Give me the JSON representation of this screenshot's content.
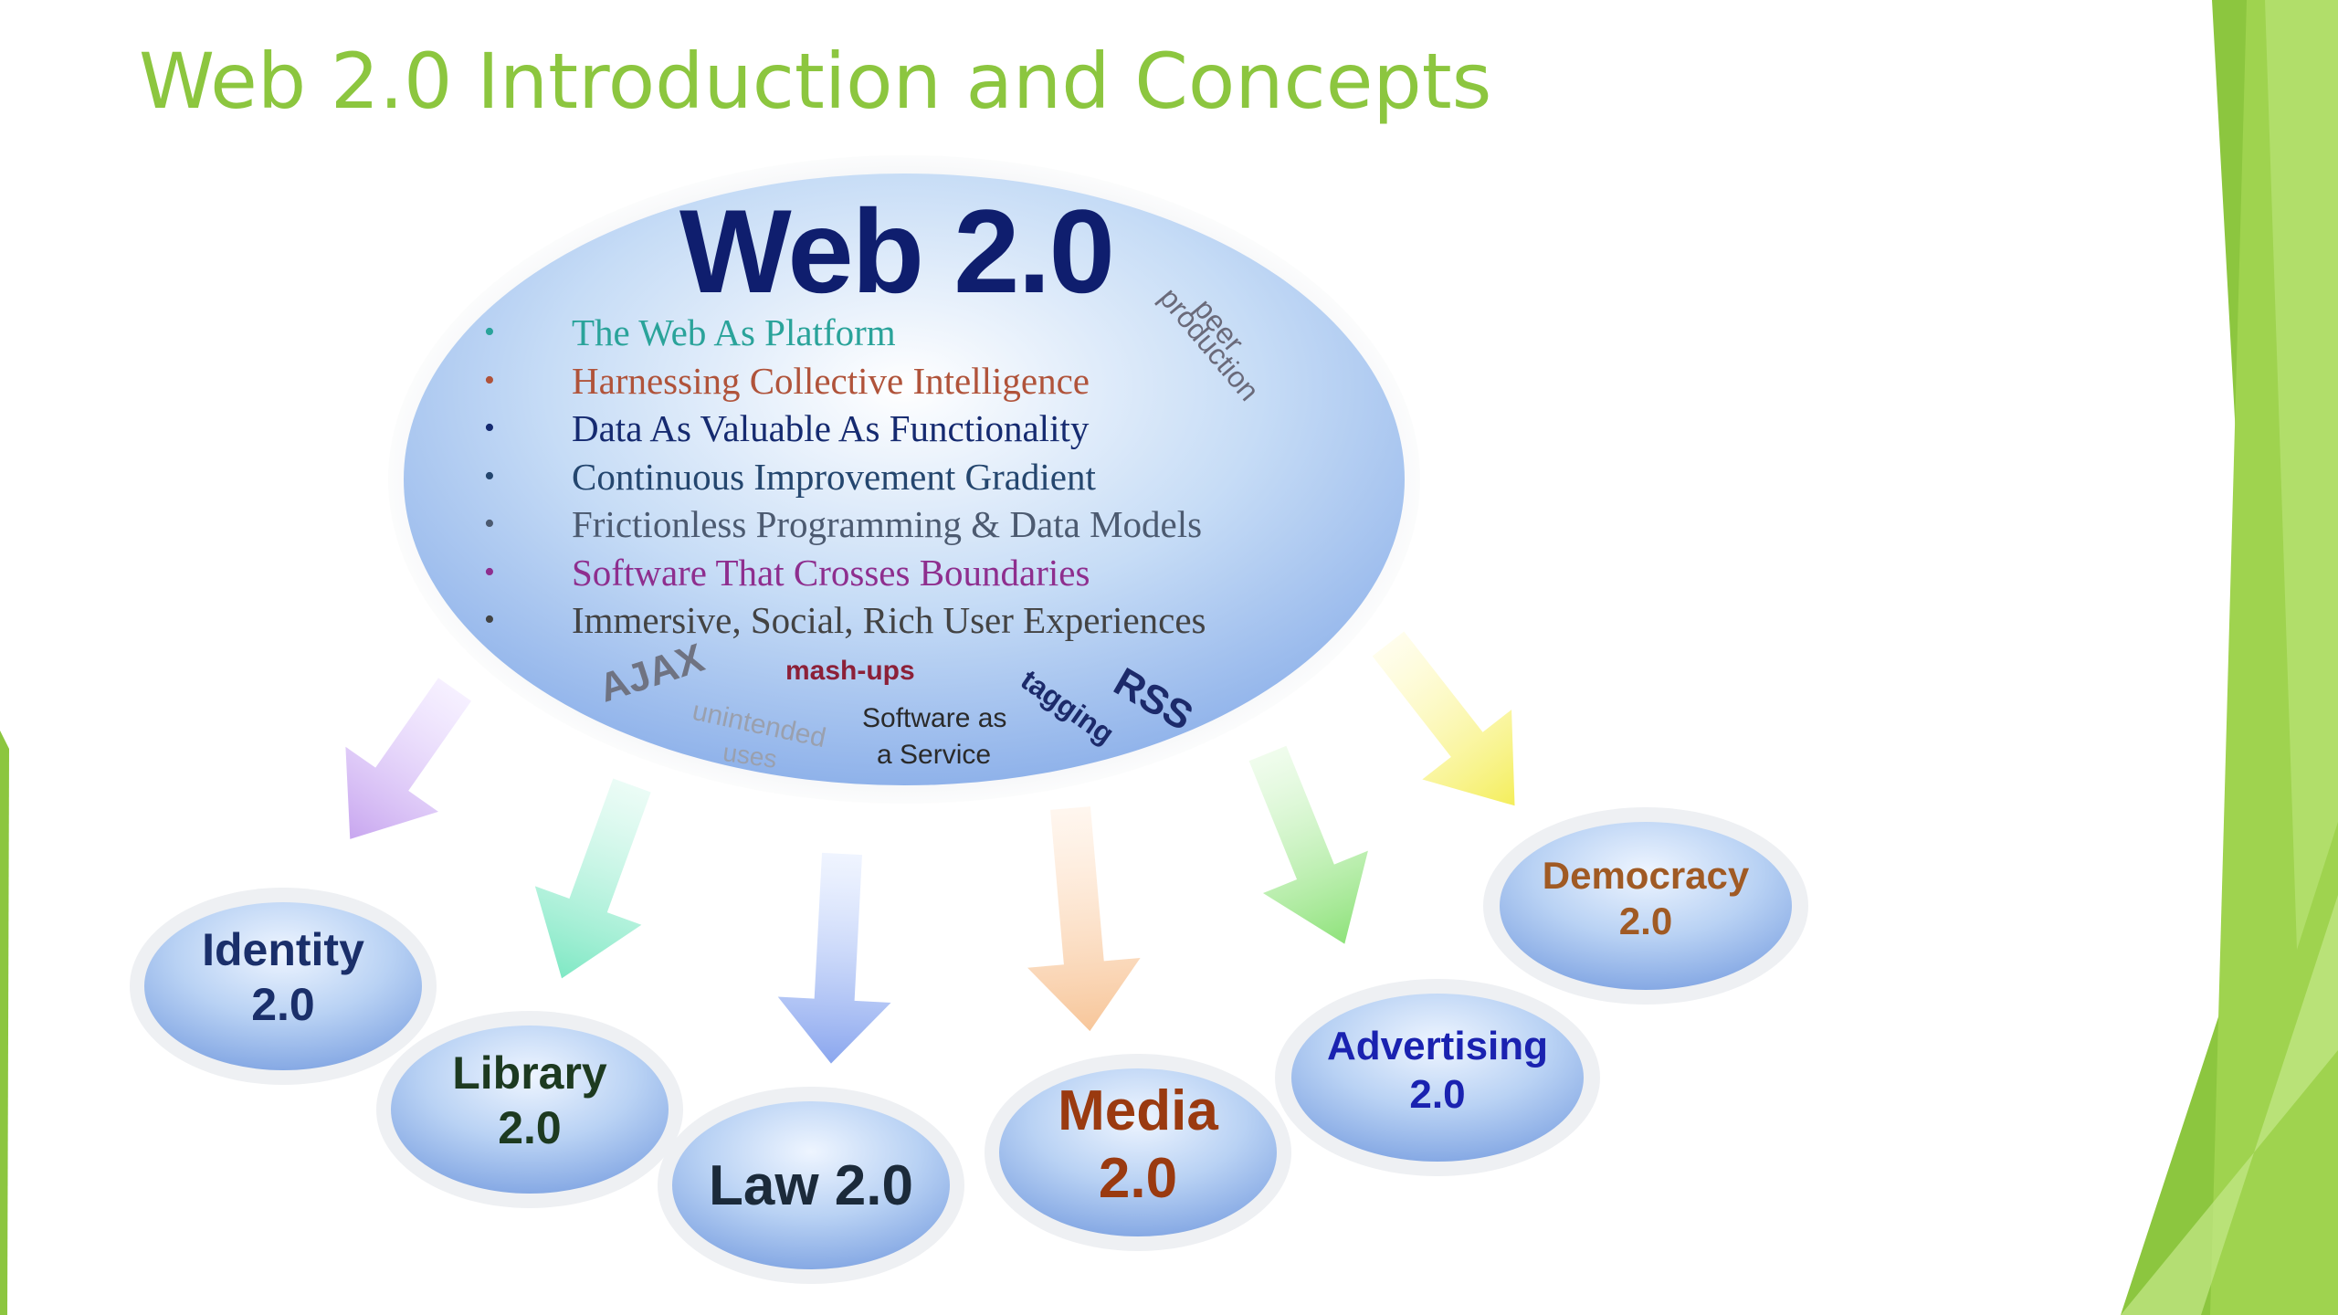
{
  "slide": {
    "title": "Web 2.0 Introduction and Concepts"
  },
  "diagram": {
    "center_title": "Web 2.0",
    "bullets": [
      {
        "text": "The Web As Platform",
        "color": "#2aa39a"
      },
      {
        "text": "Harnessing Collective Intelligence",
        "color": "#b0533a"
      },
      {
        "text": "Data As Valuable As Functionality",
        "color": "#152a70"
      },
      {
        "text": "Continuous Improvement Gradient",
        "color": "#24466e"
      },
      {
        "text": "Frictionless Programming & Data Models",
        "color": "#4c5a70"
      },
      {
        "text": "Software That Crosses Boundaries",
        "color": "#8e2e8e"
      },
      {
        "text": "Immersive, Social, Rich User Experiences",
        "color": "#434343"
      }
    ],
    "tags": {
      "peer": "peer",
      "production": "production",
      "ajax": "AJAX",
      "mashups": "mash-ups",
      "unintended": "unintended",
      "uses": "uses",
      "saas_line1": "Software as",
      "saas_line2": "a Service",
      "tagging": "tagging",
      "rss": "RSS"
    },
    "nodes": [
      {
        "line1": "Identity",
        "line2": "2.0",
        "color": "#1a2f6a"
      },
      {
        "line1": "Library",
        "line2": "2.0",
        "color": "#1d3a20"
      },
      {
        "line1": "Law 2.0",
        "line2": "",
        "color": "#1b2a3a"
      },
      {
        "line1": "Media",
        "line2": "2.0",
        "color": "#9a3a10"
      },
      {
        "line1": "Advertising",
        "line2": "2.0",
        "color": "#1a22b0"
      },
      {
        "line1": "Democracy",
        "line2": "2.0",
        "color": "#a05a24"
      }
    ]
  },
  "colors": {
    "title_accent": "#8cc63f",
    "ellipse_fill": "#aac8f0",
    "ellipse_dark": "#7ea6e6"
  }
}
